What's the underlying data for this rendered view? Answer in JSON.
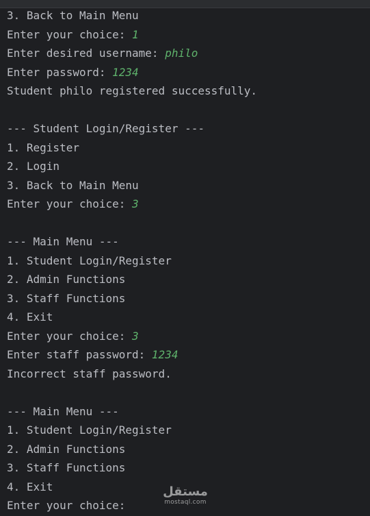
{
  "console": {
    "lines": [
      {
        "text": "3. Back to Main Menu",
        "input": ""
      },
      {
        "text": "Enter your choice: ",
        "input": "1"
      },
      {
        "text": "Enter desired username: ",
        "input": "philo"
      },
      {
        "text": "Enter password: ",
        "input": "1234"
      },
      {
        "text": "Student philo registered successfully.",
        "input": ""
      },
      {
        "text": "",
        "input": ""
      },
      {
        "text": "--- Student Login/Register ---",
        "input": ""
      },
      {
        "text": "1. Register",
        "input": ""
      },
      {
        "text": "2. Login",
        "input": ""
      },
      {
        "text": "3. Back to Main Menu",
        "input": ""
      },
      {
        "text": "Enter your choice: ",
        "input": "3"
      },
      {
        "text": "",
        "input": ""
      },
      {
        "text": "--- Main Menu ---",
        "input": ""
      },
      {
        "text": "1. Student Login/Register",
        "input": ""
      },
      {
        "text": "2. Admin Functions",
        "input": ""
      },
      {
        "text": "3. Staff Functions",
        "input": ""
      },
      {
        "text": "4. Exit",
        "input": ""
      },
      {
        "text": "Enter your choice: ",
        "input": "3"
      },
      {
        "text": "Enter staff password: ",
        "input": "1234"
      },
      {
        "text": "Incorrect staff password.",
        "input": ""
      },
      {
        "text": "",
        "input": ""
      },
      {
        "text": "--- Main Menu ---",
        "input": ""
      },
      {
        "text": "1. Student Login/Register",
        "input": ""
      },
      {
        "text": "2. Admin Functions",
        "input": ""
      },
      {
        "text": "3. Staff Functions",
        "input": ""
      },
      {
        "text": "4. Exit",
        "input": ""
      },
      {
        "text": "Enter your choice: ",
        "input": ""
      }
    ]
  },
  "watermark": {
    "logo_text": "مستقل",
    "site": "mostaql.com"
  },
  "colors": {
    "background": "#1e1f22",
    "output_text": "#bcbec4",
    "user_input": "#5fb36c"
  }
}
